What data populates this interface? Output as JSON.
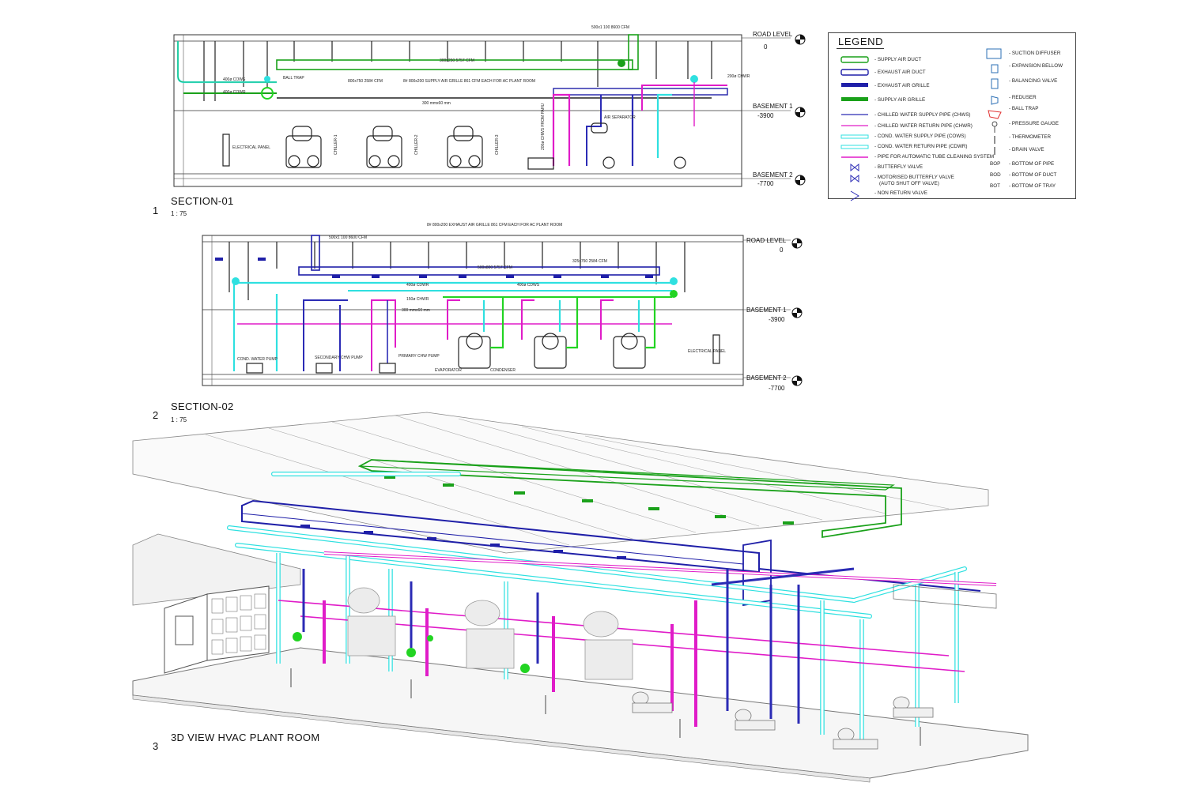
{
  "levels": {
    "road": {
      "label": "ROAD LEVEL",
      "value": "0"
    },
    "basement1": {
      "label": "BASEMENT 1",
      "value": "-3900"
    },
    "basement2": {
      "label": "BASEMENT 2",
      "value": "-7700"
    }
  },
  "sections": [
    {
      "number": "1",
      "title": "SECTION-01",
      "scale": "1 : 75"
    },
    {
      "number": "2",
      "title": "SECTION-02",
      "scale": "1 : 75"
    },
    {
      "number": "3",
      "title": "3D VIEW HVAC PLANT ROOM"
    }
  ],
  "section1_labels": {
    "chiller1": "CHILLER-1",
    "chiller2": "CHILLER-2",
    "chiller3": "CHILLER-3",
    "elec_panel": "ELECTRICAL PANEL",
    "ball_trap": "BALL TRAP",
    "air_separator": "AIR SEPARATOR",
    "chwr": "200ø CHWR",
    "duct1": "300x250 5757 CFM",
    "duct2": "800x750 2584 CFM",
    "grille_note": "8# 800x200 SUPPLY AIR GRILLE 861 CFM EACH FOR AC PLANT ROOM",
    "duct3": "500x1 100 8600 CFM",
    "cows": "400ø COWS",
    "cowr": "400ø COWR",
    "tray": "300 mmx60 mm",
    "chws_drop": "200ø CHWS FROM PAHU"
  },
  "section2_labels": {
    "top_note": "8# 800x200 EXHAUST AIR GRILLE 861 CFM EACH FOR AC PLANT ROOM",
    "duct1": "500x1 100 8600 CFM",
    "duct2": "500x800 5757 CFM",
    "duct3": "325x750 2584 CFM",
    "cdwr": "400ø CDWR",
    "cdws": "400ø CDWS",
    "chwr": "150ø CHWR",
    "tray": "300 mmx60 mm",
    "cond_pump": "COND. WATER PUMP",
    "sec_pump": "SECONDARY CHW PUMP",
    "pri_pump": "PRIMARY CHW PUMP",
    "elec_panel": "ELECTRICAL PANEL",
    "evaporator": "EVAPORATOR",
    "condenser": "CONDENSER"
  },
  "legend": {
    "title": "LEGEND",
    "left_items": [
      "- SUPPLY AIR DUCT",
      "- EXHAUST AIR DUCT",
      "- EXHAUST AIR GRILLE",
      "- SUPPLY AIR GRILLE",
      "- CHILLED WATER SUPPLY PIPE (CHWS)",
      "- CHILLED WATER RETURN PIPE (CHWR)",
      "- COND. WATER SUPPLY PIPE (COWS)",
      "- COND. WATER RETURN PIPE (CDWR)",
      "- PIPE FOR AUTOMATIC TUBE CLEANING SYSTEM",
      "- BUTTERFLY VALVE",
      "- MOTORISED BUTTERFLY VALVE",
      "(AUTO SHUT OFF VALVE)",
      "- NON RETURN VALVE"
    ],
    "right_items": [
      "- SUCTION DIFFUSER",
      "- EXPANSION BELLOW",
      "- BALANCING VALVE",
      "- REDUSER",
      "- BALL TRAP",
      "- PRESSURE GAUGE",
      "- THERMOMETER",
      "- DRAIN VALVE",
      "- BOTTOM OF PIPE",
      "- BOTTOM OF DUCT",
      "- BOTTOM OF TRAY"
    ],
    "abbrevs": [
      "BOP",
      "BOD",
      "BOT"
    ]
  },
  "colors": {
    "supply_air": "#1aa11a",
    "exhaust_air": "#1f1fa8",
    "chws": "#2b2bb5",
    "chwr": "#e01cc8",
    "cows": "#2fe0e0",
    "green_pipe": "#22d422",
    "ink": "#222222"
  }
}
